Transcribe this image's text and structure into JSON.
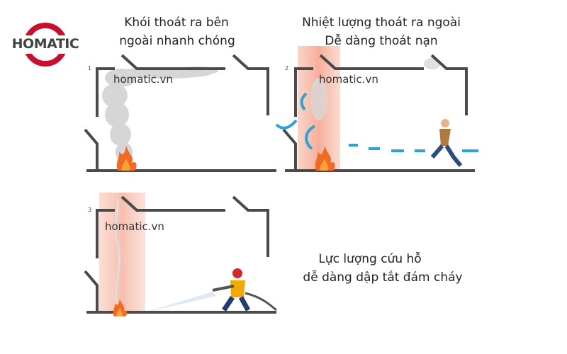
{
  "logo": {
    "text": "HOMATIC",
    "ring_color": "#c8102e",
    "text_color": "#444444"
  },
  "panels": [
    {
      "number": "1",
      "caption_lines": [
        "Khói thoát ra bên",
        "ngoài nhanh chóng"
      ],
      "watermark": "homatic.vn"
    },
    {
      "number": "2",
      "caption_lines": [
        "Nhiệt lượng thoát ra ngoài",
        "Dễ dàng thoát nạn"
      ],
      "watermark": "homatic.vn"
    },
    {
      "number": "3",
      "caption_lines": [
        "Lực lượng cứu hỗ",
        "dễ dàng dập tắt đám cháy"
      ],
      "watermark": "homatic.vn"
    }
  ],
  "colors": {
    "wall": "#4a4a4a",
    "smoke": "#c9c9c9",
    "heat": "#f6b8a4",
    "fire": "#f06a24",
    "airflow": "#2aa3d6"
  }
}
